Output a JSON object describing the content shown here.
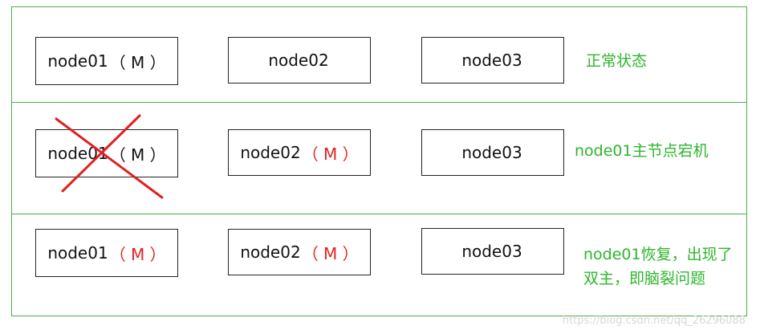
{
  "rows": [
    {
      "nodes": [
        {
          "label": "node01",
          "master": "（ M ）"
        },
        {
          "label": "node02",
          "master": ""
        },
        {
          "label": "node03",
          "master": ""
        }
      ],
      "note_lines": [
        "正常状态"
      ]
    },
    {
      "nodes": [
        {
          "label": "node01",
          "master": "（ M ）"
        },
        {
          "label": "node02",
          "master": "（ M ）"
        },
        {
          "label": "node03",
          "master": ""
        }
      ],
      "note_lines": [
        "node01主节点宕机"
      ]
    },
    {
      "nodes": [
        {
          "label": "node01",
          "master": "（ M ）"
        },
        {
          "label": "node02",
          "master": "（ M ）"
        },
        {
          "label": "node03",
          "master": ""
        }
      ],
      "note_lines": [
        "node01恢复，出现了",
        "双主，即脑裂问题"
      ]
    }
  ],
  "watermark": "https://blog.csdn.net/qq_26296088",
  "colors": {
    "frame": "#49b049",
    "note": "#2db52d",
    "master_red": "#e02020",
    "cross": "#e02020"
  }
}
